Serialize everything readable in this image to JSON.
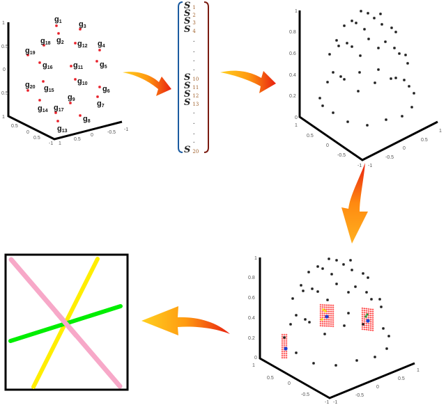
{
  "panels": {
    "sensor_layout": {
      "sensor_labels": [
        {
          "base": "g",
          "sub": "1"
        },
        {
          "base": "g",
          "sub": "2"
        },
        {
          "base": "g",
          "sub": "3"
        },
        {
          "base": "g",
          "sub": "4"
        },
        {
          "base": "g",
          "sub": "5"
        },
        {
          "base": "g",
          "sub": "6"
        },
        {
          "base": "g",
          "sub": "7"
        },
        {
          "base": "g",
          "sub": "8"
        },
        {
          "base": "g",
          "sub": "9"
        },
        {
          "base": "g",
          "sub": "10"
        },
        {
          "base": "g",
          "sub": "11"
        },
        {
          "base": "g",
          "sub": "12"
        },
        {
          "base": "g",
          "sub": "13"
        },
        {
          "base": "g",
          "sub": "14"
        },
        {
          "base": "g",
          "sub": "15"
        },
        {
          "base": "g",
          "sub": "16"
        },
        {
          "base": "g",
          "sub": "17"
        },
        {
          "base": "g",
          "sub": "18"
        },
        {
          "base": "g",
          "sub": "19"
        },
        {
          "base": "g",
          "sub": "20"
        }
      ],
      "z_ticks": [
        "1",
        "0.5",
        "0",
        "0.5",
        "1"
      ],
      "x_ticks": [
        "0.5",
        "0",
        "0.5",
        "-1"
      ],
      "y_ticks": [
        "1",
        "0.5",
        "0",
        "-0.5",
        "-1"
      ],
      "marker_color": "#e8202a"
    },
    "signal_vector": {
      "entries": [
        {
          "base": "S",
          "sub": "1"
        },
        {
          "base": "S",
          "sub": "2"
        },
        {
          "base": "S",
          "sub": "3"
        },
        {
          "base": "S",
          "sub": "4"
        },
        {
          "base": ".",
          "sub": ""
        },
        {
          "base": ".",
          "sub": ""
        },
        {
          "base": ".",
          "sub": ""
        },
        {
          "base": ".",
          "sub": ""
        },
        {
          "base": "S",
          "sub": "10"
        },
        {
          "base": "S",
          "sub": "11"
        },
        {
          "base": "S",
          "sub": "12"
        },
        {
          "base": "S",
          "sub": "13"
        },
        {
          "base": ".",
          "sub": ""
        },
        {
          "base": ".",
          "sub": ""
        },
        {
          "base": ".",
          "sub": ""
        },
        {
          "base": ".",
          "sub": ""
        },
        {
          "base": "S",
          "sub": "20"
        }
      ]
    },
    "hemisphere_grid": {
      "z_ticks": [
        "1",
        "0.8",
        "0.6",
        "0.4",
        "0.2",
        "0"
      ],
      "x_ticks": [
        "1",
        "0.5",
        "0",
        "-0.5",
        "-1"
      ],
      "y_ticks": [
        "1",
        "0.5",
        "0",
        "-0.5",
        "-1"
      ]
    },
    "localization_result": {
      "z_ticks": [
        "1",
        "0.8",
        "0.6",
        "0.4",
        "0.2",
        "0"
      ],
      "x_ticks": [
        "1",
        "0.5",
        "0",
        "-0.5",
        "-1"
      ],
      "y_ticks": [
        "1",
        "0.5",
        "0",
        "-0.5",
        "-1"
      ],
      "cluster_color": "#ff2020",
      "source_colors": [
        "#2040d0",
        "#f5e800",
        "#20a040"
      ]
    },
    "line_detection": {
      "line_colors": {
        "pink": "#f7a8c8",
        "yellow": "#ffee00",
        "green": "#00ee00"
      }
    }
  },
  "arrows": {
    "color_start": "#ffd020",
    "color_end": "#e82010",
    "icon": "curved-arrow-icon"
  }
}
